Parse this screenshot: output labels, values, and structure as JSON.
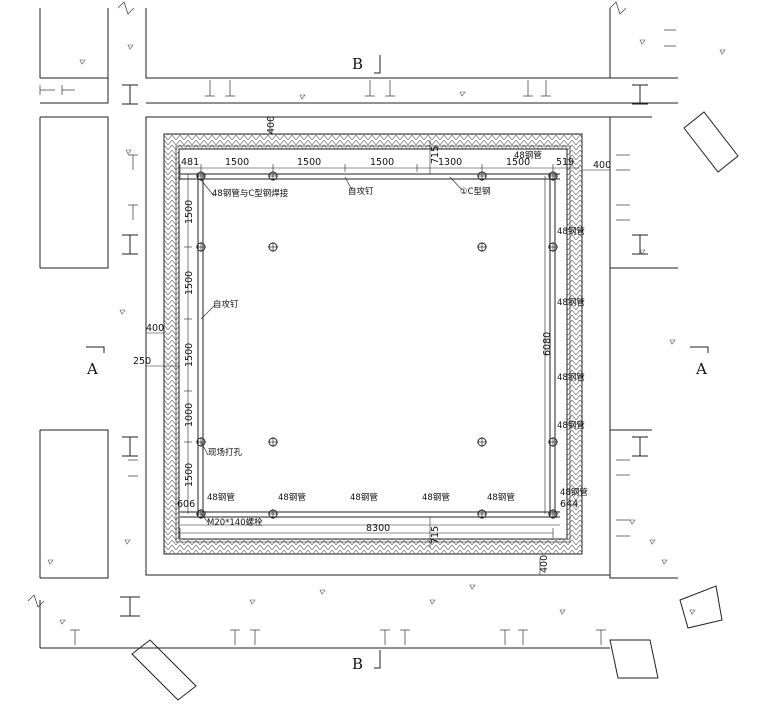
{
  "section_marks": {
    "top": "B",
    "bottom": "B",
    "left": "A",
    "right": "A"
  },
  "dims": {
    "top_wall": "400",
    "right_wall": "400",
    "left_wall": "400",
    "bottom_wall": "400",
    "left_gap": "250",
    "top_left_offset": "481",
    "top_spans": [
      "1500",
      "1500",
      "1500",
      "1300",
      "1500"
    ],
    "top_right_offset": "519",
    "top_clear": "715",
    "bottom_clear": "715",
    "left_spans": [
      "1500",
      "1500",
      "1500",
      "1000",
      "1500"
    ],
    "bottom_left_offset": "606",
    "bottom_right_offset": "644",
    "overall_width": "8300",
    "overall_height": "6080"
  },
  "labels": {
    "weld_note": "48钢管与C型钢焊接",
    "self_tap_top": "自攻钉",
    "c_steel": "①C型钢",
    "pipe_top": "48钢管",
    "self_tap_left": "自攻钉",
    "site_drill": "现场打孔",
    "bolt": "M20*140螺栓",
    "pipe_right": [
      "48钢管",
      "48钢管",
      "48钢管",
      "48钢管"
    ],
    "pipe_bottom": [
      "48钢管",
      "48钢管",
      "48钢管",
      "48钢管",
      "48钢管"
    ],
    "pipe_br": "48钢管"
  }
}
